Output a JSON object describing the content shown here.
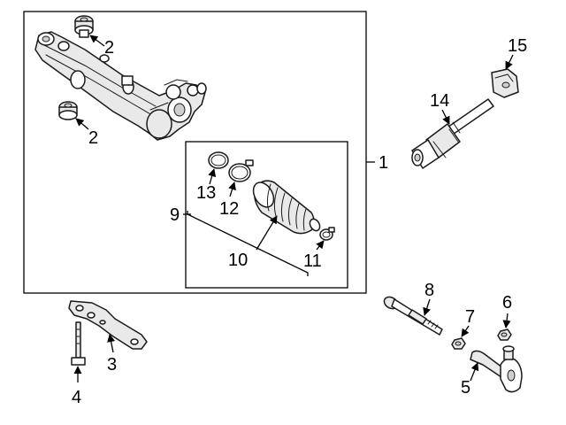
{
  "callouts": {
    "c1": "1",
    "c2a": "2",
    "c2b": "2",
    "c3": "3",
    "c4": "4",
    "c5": "5",
    "c6": "6",
    "c7": "7",
    "c8": "8",
    "c9": "9",
    "c10": "10",
    "c11": "11",
    "c12": "12",
    "c13": "13",
    "c14": "14",
    "c15": "15"
  },
  "parts": [
    {
      "id": "steering-gear-assembly",
      "callout": "1"
    },
    {
      "id": "mount-bushing",
      "callout": "2"
    },
    {
      "id": "support-bracket",
      "callout": "3"
    },
    {
      "id": "bolt",
      "callout": "4"
    },
    {
      "id": "outer-tie-rod-end",
      "callout": "5"
    },
    {
      "id": "nut",
      "callout": "6"
    },
    {
      "id": "jam-nut",
      "callout": "7"
    },
    {
      "id": "inner-tie-rod",
      "callout": "8"
    },
    {
      "id": "boot-kit",
      "callout": "9"
    },
    {
      "id": "boot",
      "callout": "10"
    },
    {
      "id": "outer-clamp",
      "callout": "11"
    },
    {
      "id": "clamp",
      "callout": "12"
    },
    {
      "id": "ring",
      "callout": "13"
    },
    {
      "id": "intermediate-shaft",
      "callout": "14"
    },
    {
      "id": "shaft-bracket",
      "callout": "15"
    }
  ]
}
